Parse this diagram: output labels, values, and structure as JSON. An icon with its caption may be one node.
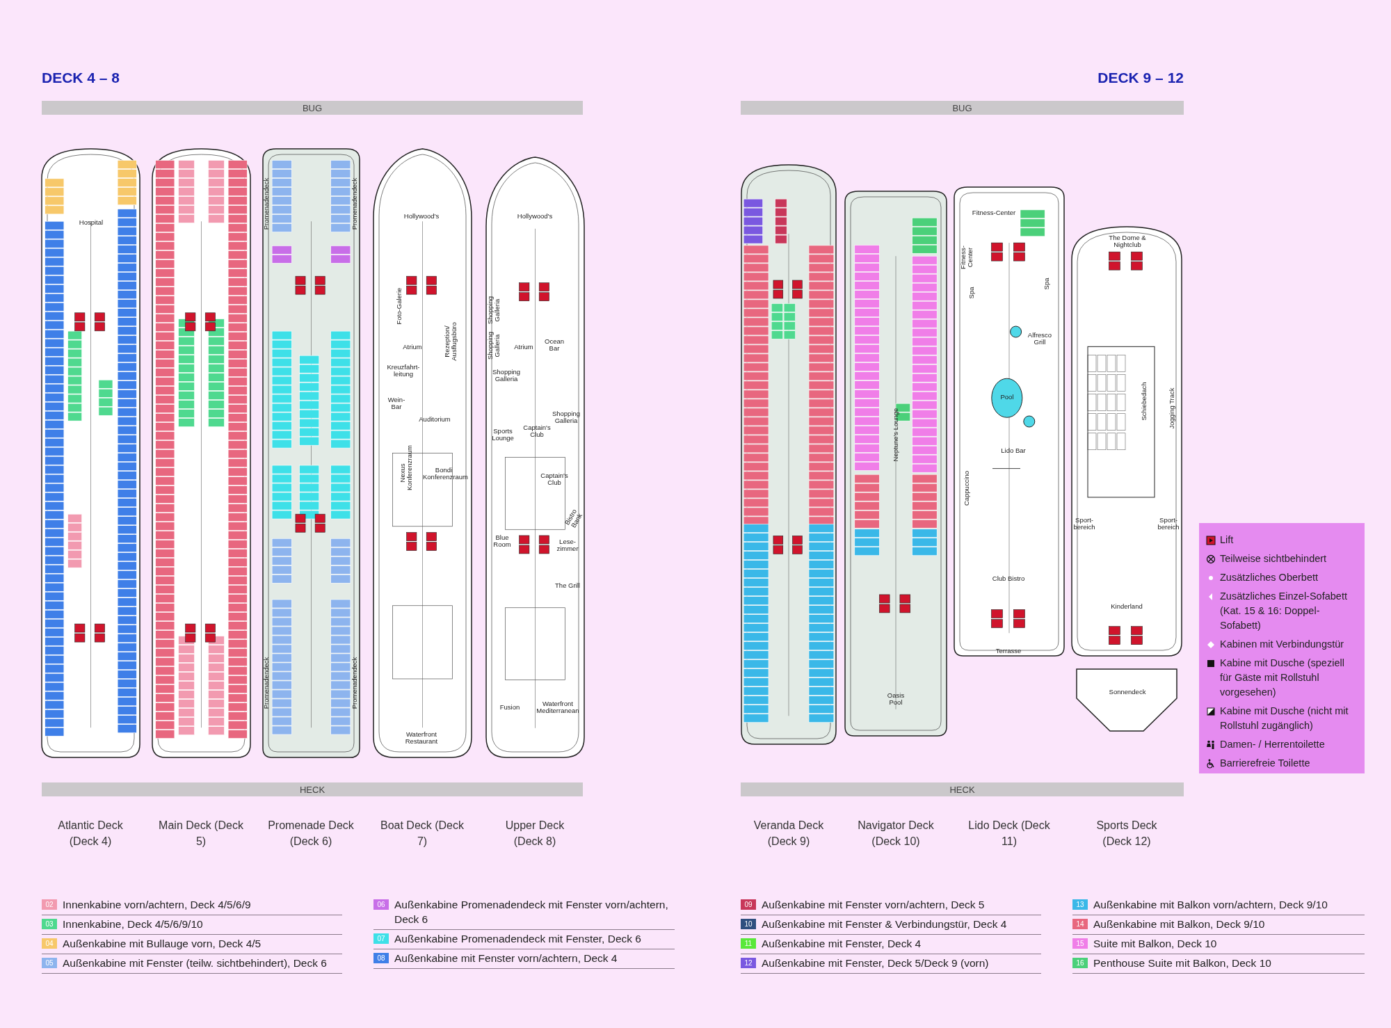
{
  "diagram": {
    "nodes": [
      {
        "text": [],
        "shape": "picture"
      },
      {
        "text": [],
        "shape": "picture"
      },
      {
        "text": [],
        "shape": "picture"
      },
      {
        "text": [],
        "shape": "picture"
      },
      {
        "text": [],
        "shape": "picture"
      },
      {
        "text": [],
        "shape": "picture"
      },
      {
        "text": [],
        "shape": "picture"
      },
      {
        "text": [],
        "shape": "picture"
      },
      {
        "text": [],
        "shape": "picture"
      }
    ],
    "labels": [
      "DECK 4 – 8",
      "DECK 9 – 12",
      "BUG",
      "BUG",
      "Hospital",
      "Promenadendeck",
      "Promenadendeck",
      "Promenadendeck",
      "Promenadendeck",
      "Hollywood's",
      "Foto-Galerie",
      "Atrium",
      "Rezeption/ Ausflugsbüro",
      "Kreuzfahrt-leitung",
      "Wein-Bar",
      "Auditorium",
      "Nexus Konferenzraum",
      "Bondi Konferenzraum",
      "Waterfront Restaurant",
      "Hollywood's",
      "Shopping Galleria",
      "Shopping Galleria",
      "Shopping Galleria",
      "Atrium",
      "Ocean Bar",
      "Shopping Galleria",
      "Sports Lounge",
      "Captain's Club",
      "Captain's Club",
      "Bistro Bank",
      "Blue Room",
      "Lese-zimmer",
      "The Grill",
      "Fusion",
      "Waterfront Mediterranean",
      "Neptune's Lounge",
      "Oasis Pool",
      "Fitness-Center",
      "Fitness-Center",
      "Spa",
      "Spa",
      "Alfresco Grill",
      "Pool",
      "Lido Bar",
      "Cappuccino",
      "Club Bistro",
      "Terrasse",
      "The Dome & Nightclub",
      "Schiebedach",
      "Jogging Track",
      "Sport-bereich",
      "Sport-bereich",
      "Kinderland",
      "Sonnendeck",
      "HECK",
      "HECK",
      "Atlantic Deck (Deck 4)",
      "Main Deck (Deck 5)",
      "Promenade Deck (Deck 6)",
      "Boat Deck (Deck 7)",
      "Upper Deck (Deck 8)",
      "Veranda Deck (Deck 9)",
      "Navigator Deck (Deck 10)",
      "Lido Deck (Deck 11)",
      "Sports Deck (Deck 12)",
      "02",
      "03",
      "04",
      "05",
      "06",
      "07",
      "08",
      "09",
      "10",
      "11",
      "12",
      "13",
      "14",
      "15",
      "16"
    ],
    "legend": [
      {
        "text": "Lift"
      },
      {
        "text": "Teilweise sichtbehindert"
      },
      {
        "text": "Zusätzliches Oberbett"
      },
      {
        "text": "Zusätzliches Einzel-Sofabett (Kat. 15 & 16: Doppel-Sofabett)"
      },
      {
        "text": "Kabinen mit Verbindungstür"
      },
      {
        "text": "Kabine mit Dusche (speziell für Gäste mit Rollstuhl vorgesehen)"
      },
      {
        "text": "Kabine mit Dusche (nicht mit Rollstuhl zugänglich)"
      },
      {
        "text": "Damen- / Herrentoilette"
      },
      {
        "text": "Barrierefreie Toilette"
      },
      {
        "text": "Innenkabine vorn/achtern, Deck 4/5/6/9",
        "color": "#f29ab0"
      },
      {
        "text": "Innenkabine, Deck 4/5/6/9/10",
        "color": "#4fd98f"
      },
      {
        "text": "Außenkabine mit Bullauge vorn, Deck 4/5",
        "color": "#f7c86a"
      },
      {
        "text": "Außenkabine mit Fenster (teilw. sichtbehindert), Deck 6",
        "color": "#8db4ee"
      },
      {
        "text": "Außenkabine Promenadendeck mit Fenster vorn/achtern, Deck 6",
        "color": "#c86ee8"
      },
      {
        "text": "Außenkabine Promenadendeck mit Fenster, Deck 6",
        "color": "#3ee0e8"
      },
      {
        "text": "Außenkabine mit Fenster vorn/achtern, Deck 4",
        "color": "#3f7fe8"
      },
      {
        "text": "Außenkabine mit Fenster vorn/achtern, Deck 5",
        "color": "#c8375a"
      },
      {
        "text": "Außenkabine mit Fenster & Verbindungstür, Deck 4",
        "color": "#2f4f7f"
      },
      {
        "text": "Außenkabine mit Fenster, Deck 4",
        "color": "#5ae83a"
      },
      {
        "text": "Außenkabine mit Fenster, Deck 5/Deck 9 (vorn)",
        "color": "#7a58e0"
      },
      {
        "text": "Außenkabine mit Balkon vorn/achtern, Deck 9/10",
        "color": "#3ab8e8"
      },
      {
        "text": "Außenkabine mit Balkon, Deck 9/10",
        "color": "#e8677f"
      },
      {
        "text": "Suite mit Balkon, Deck 10",
        "color": "#f07ee8"
      },
      {
        "text": "Penthouse Suite mit Balkon, Deck 10",
        "color": "#4bd07a"
      }
    ]
  }
}
